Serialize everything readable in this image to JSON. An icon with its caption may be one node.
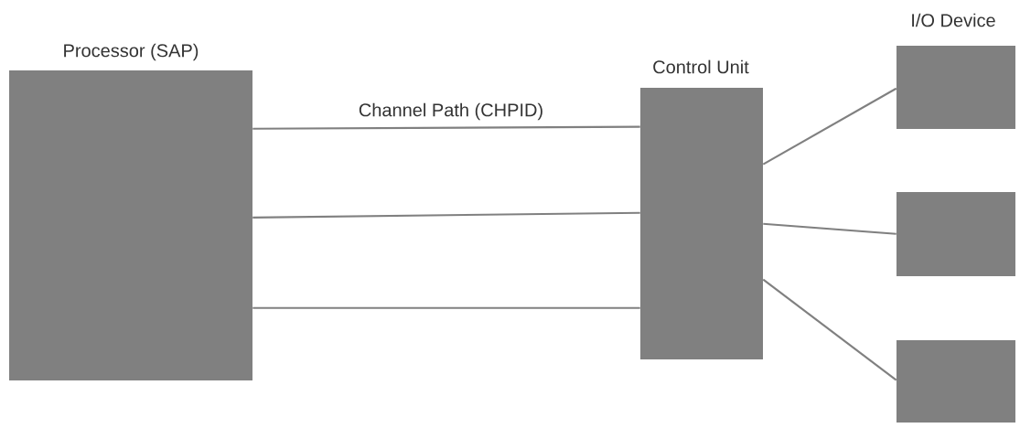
{
  "diagram": {
    "nodes": [
      {
        "text": [
          "Processor (SAP)"
        ]
      },
      {
        "text": [
          "Control Unit"
        ]
      },
      {
        "text": [
          "I/O Device"
        ]
      },
      {
        "text": [],
        "shape": "box"
      },
      {
        "text": [],
        "shape": "box"
      }
    ],
    "edges": [
      {
        "from": 0,
        "to": 1,
        "arrow": "none",
        "label": "Channel Path (CHPID)"
      },
      {
        "from": 0,
        "to": 1,
        "arrow": "none"
      },
      {
        "from": 0,
        "to": 1,
        "arrow": "none"
      },
      {
        "from": 1,
        "to": 2,
        "arrow": "none"
      },
      {
        "from": 1,
        "to": 3,
        "arrow": "none"
      },
      {
        "from": 1,
        "to": 4,
        "arrow": "none"
      }
    ]
  }
}
